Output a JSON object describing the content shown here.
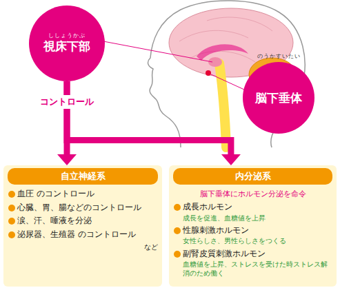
{
  "diagram": {
    "nodes": [
      {
        "text": [
          "ししょうかぶ",
          "視床下部"
        ]
      },
      {
        "text": [
          "のうかすいたい",
          "脳下垂体"
        ]
      },
      {
        "text": [
          "自立神経系",
          "血圧 のコントロール",
          "心臓、胃、腸などのコントロール",
          "涙、汗、唾液を分泌",
          "泌尿器、生殖器 のコントロール",
          "など"
        ]
      },
      {
        "text": [
          "内分泌系",
          "脳下垂体にホルモン分泌を命令",
          "成長ホルモン",
          "成長を促進、血糖値を上昇",
          "性腺刺激ホルモン",
          "女性らしさ、男性らしさをつくる",
          "副腎皮質刺激ホルモン",
          "血糖値を上昇、ストレスを受けた時ストレス解消のため働く"
        ]
      }
    ],
    "edges": [
      {
        "from": 0,
        "to": 2,
        "arrow": "to",
        "label": "コントロール"
      },
      {
        "from": 0,
        "to": 3,
        "arrow": "to"
      }
    ]
  }
}
